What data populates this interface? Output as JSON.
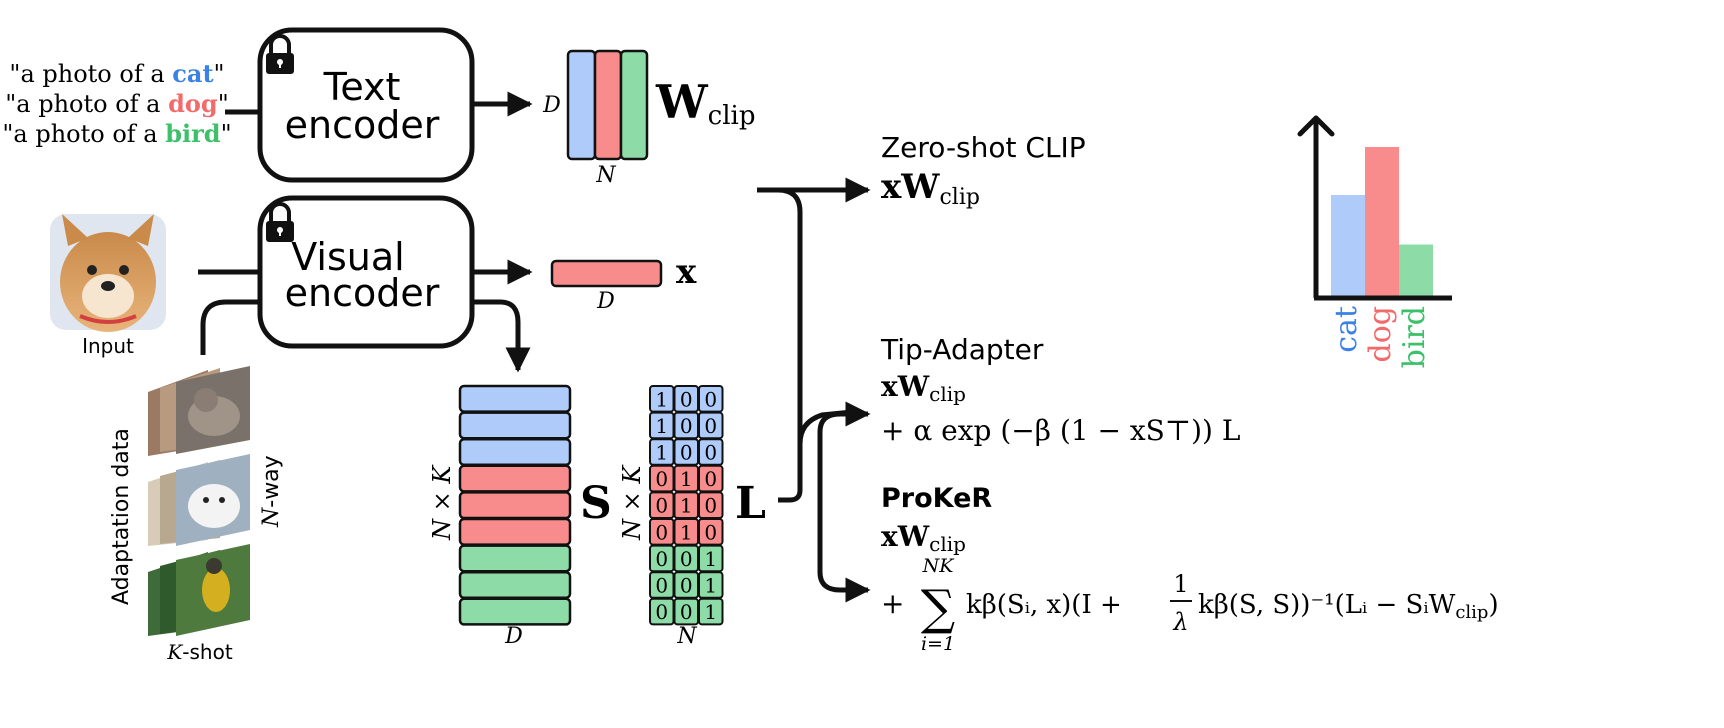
{
  "prompts": {
    "prefix": "\"a photo of a ",
    "suffix": "\"",
    "classes": [
      {
        "name": "cat",
        "color": "#3b82e6"
      },
      {
        "name": "dog",
        "color": "#f26a6a"
      },
      {
        "name": "bird",
        "color": "#3cc06a"
      }
    ]
  },
  "colors": {
    "blue": "#aecbfa",
    "red": "#f88c8c",
    "green": "#8ddca8",
    "stroke": "#111111"
  },
  "encoders": {
    "text": {
      "line1": "Text",
      "line2": "encoder",
      "icon": "lock-icon"
    },
    "visual": {
      "line1": "Visual",
      "line2": "encoder",
      "icon": "lock-icon"
    }
  },
  "input_label": "Input",
  "adaptation": {
    "label": "Adaptation data",
    "nway": "-way",
    "nway_var": "N",
    "kshot": "-shot",
    "kshot_var": "K"
  },
  "wclip": {
    "dim_d": "D",
    "dim_n": "N",
    "symbol": "W",
    "sub": "clip"
  },
  "x_vec": {
    "symbol": "x",
    "dim": "D"
  },
  "s_mat": {
    "symbol": "S",
    "rows_label": "N × K",
    "dim": "D"
  },
  "l_mat": {
    "symbol": "L",
    "rows_label": "N × K",
    "dim": "N",
    "rows": [
      [
        "1",
        "0",
        "0"
      ],
      [
        "1",
        "0",
        "0"
      ],
      [
        "1",
        "0",
        "0"
      ],
      [
        "0",
        "1",
        "0"
      ],
      [
        "0",
        "1",
        "0"
      ],
      [
        "0",
        "1",
        "0"
      ],
      [
        "0",
        "0",
        "1"
      ],
      [
        "0",
        "0",
        "1"
      ],
      [
        "0",
        "0",
        "1"
      ]
    ]
  },
  "methods": {
    "zeroshot": {
      "title": "Zero-shot CLIP",
      "formula": "xW",
      "sub": "clip"
    },
    "tip": {
      "title": "Tip-Adapter",
      "line1": "xW",
      "line1_sub": "clip",
      "line2": "+ α exp (−β (1 − xS⊤)) L"
    },
    "proker": {
      "title": "ProKeR",
      "line1": "xW",
      "line1_sub": "clip",
      "sum_top": "NK",
      "sum_bottom": "i=1",
      "line2": "kβ(Sᵢ, x)(I + ",
      "frac_num": "1",
      "frac_den": "λ",
      "line2b": "kβ(S, S))⁻¹(Lᵢ − SᵢW",
      "line2b_sub": "clip",
      "line2c": ")"
    }
  },
  "chart_data": {
    "type": "bar",
    "categories": [
      "cat",
      "dog",
      "bird"
    ],
    "values": [
      0.68,
      1.0,
      0.35
    ],
    "title": "",
    "xlabel": "",
    "ylabel": "",
    "ylim": [
      0,
      1.15
    ],
    "colors": [
      "#aecbfa",
      "#f88c8c",
      "#8ddca8"
    ],
    "label_colors": [
      "#3b82e6",
      "#f26a6a",
      "#3cc06a"
    ]
  }
}
